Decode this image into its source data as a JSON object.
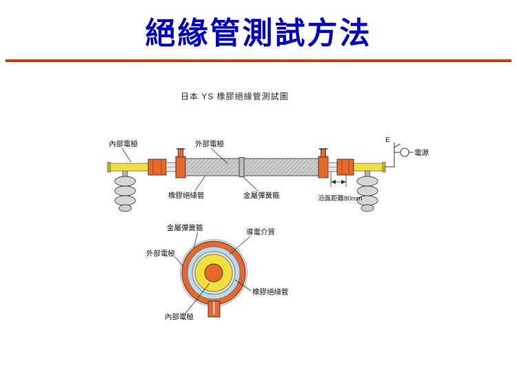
{
  "slide": {
    "title": "絕緣管測試方法",
    "title_color": "#0000c8",
    "divider_color": "#cc3300",
    "background": "#ffffff"
  },
  "diagram": {
    "caption": "日本 YS 橡膠絕緣管測試圖",
    "side_view": {
      "labels": {
        "inner_electrode": "內部電極",
        "outer_electrode": "外部電極",
        "rubber_insulation_tube": "橡膠絕緣管",
        "metal_spring_band": "金屬彈簧箍",
        "creepage_distance": "沿面距離80mm",
        "terminal": "E",
        "power_source": "電源"
      }
    },
    "cross_section": {
      "labels": {
        "metal_spring_band": "金屬彈簧箍",
        "conductive_medium": "導電介質",
        "outer_electrode": "外部電極",
        "rubber_insulation_tube": "橡膠絕緣管",
        "inner_electrode": "內部電極"
      }
    }
  }
}
